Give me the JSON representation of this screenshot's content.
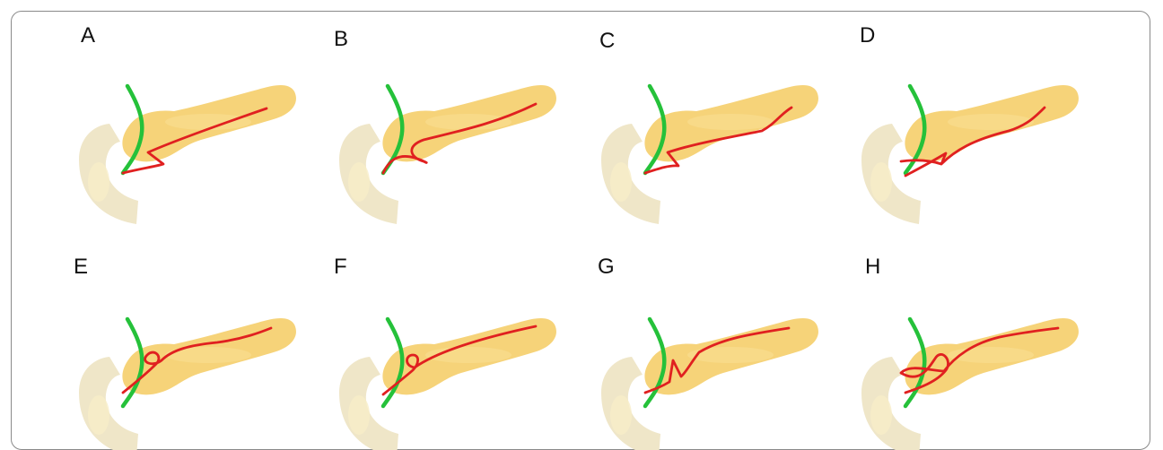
{
  "panels": [
    {
      "label": "A",
      "variant": "zigzag-sharp"
    },
    {
      "label": "B",
      "variant": "s-curve"
    },
    {
      "label": "C",
      "variant": "zigzag-wide"
    },
    {
      "label": "D",
      "variant": "crossing-branch"
    },
    {
      "label": "E",
      "variant": "loop-upper"
    },
    {
      "label": "F",
      "variant": "loop-lower"
    },
    {
      "label": "G",
      "variant": "sharp-peak"
    },
    {
      "label": "H",
      "variant": "figure-eight"
    }
  ],
  "colors": {
    "pancreas": "#f6d379",
    "duodenum": "#efe6c8",
    "bile_duct": "#25c13a",
    "pancreatic_duct": "#e02020"
  }
}
